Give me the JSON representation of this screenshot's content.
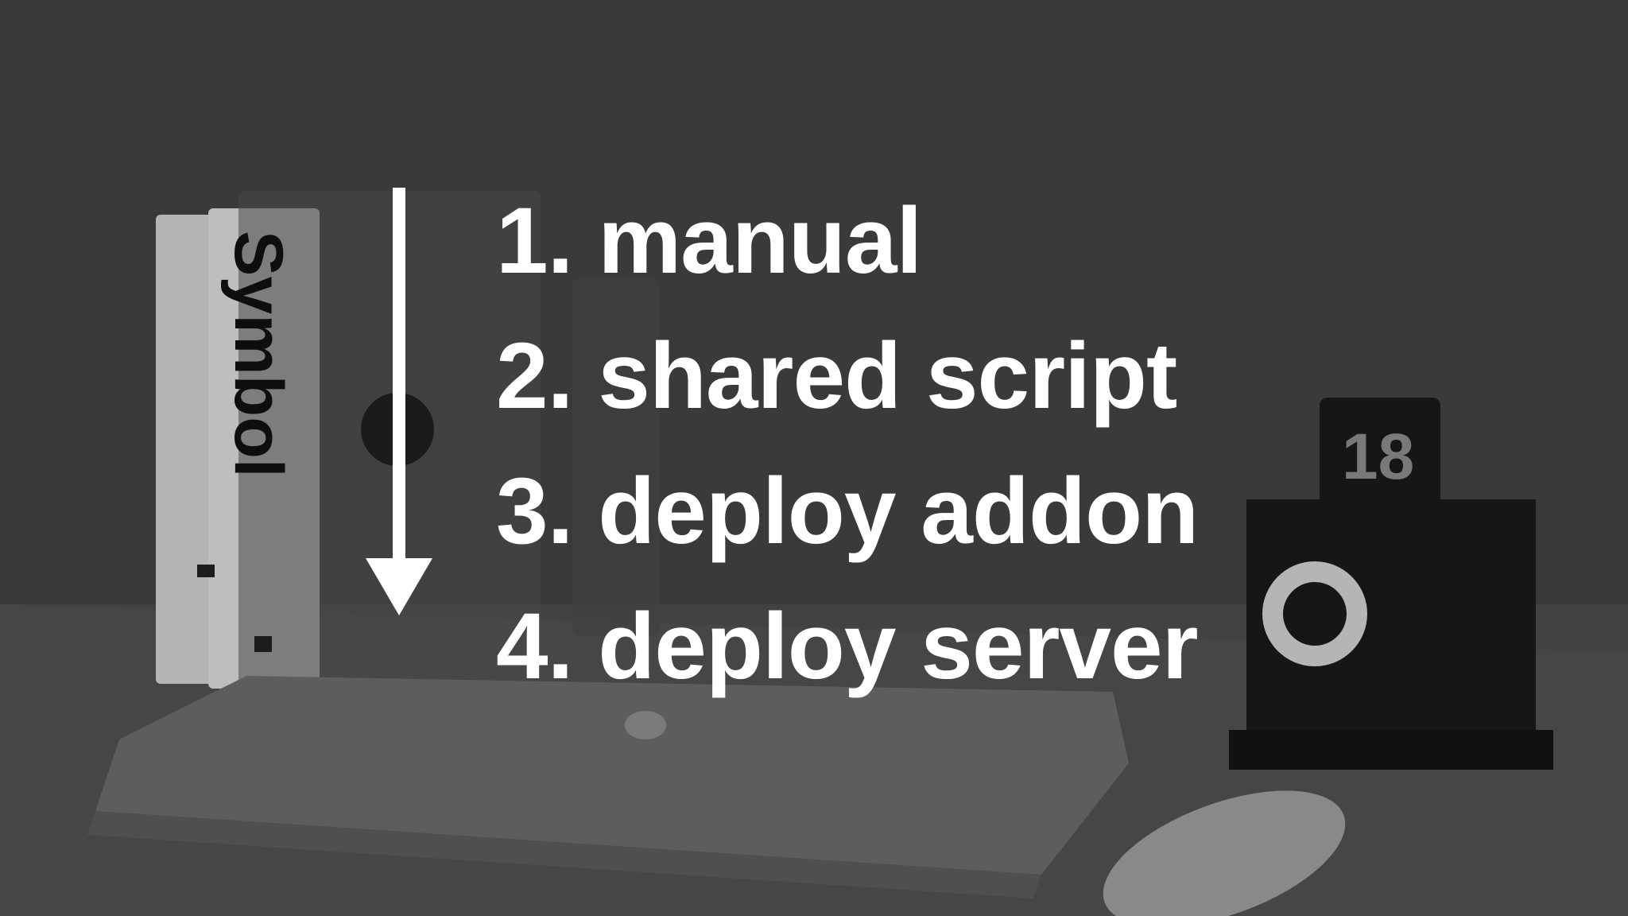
{
  "slide": {
    "steps": [
      {
        "text": "1. manual"
      },
      {
        "text": "2. shared script"
      },
      {
        "text": "3. deploy addon"
      },
      {
        "text": "4. deploy server"
      }
    ]
  },
  "background_photo": {
    "description_icons": [
      "books-icon",
      "laptop-icon",
      "mouse-icon",
      "table-number-sign-icon"
    ],
    "book_spine_title": "Symbol",
    "table_number": "18"
  },
  "colors": {
    "text": "#ffffff",
    "arrow": "#ffffff",
    "background": "#404040"
  }
}
